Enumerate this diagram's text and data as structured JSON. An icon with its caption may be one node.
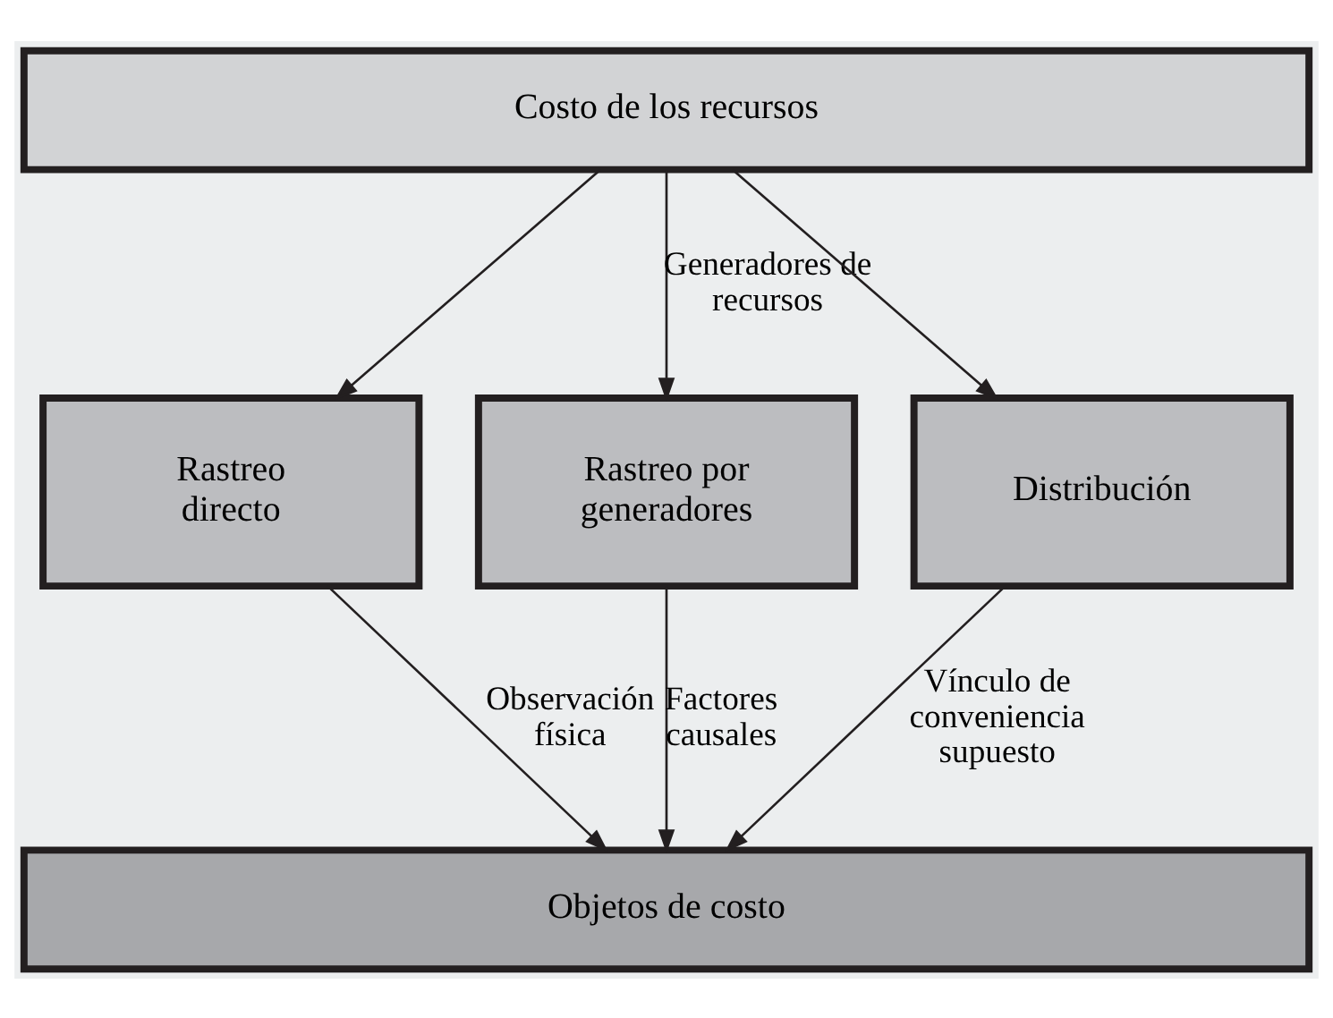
{
  "diagram": {
    "nodes": [
      {
        "text": [
          "Costo de los recursos"
        ]
      },
      {
        "text": [
          "Rastreo directo"
        ]
      },
      {
        "text": [
          "Rastreo por generadores"
        ]
      },
      {
        "text": [
          "Distribución"
        ]
      },
      {
        "text": [
          "Objetos de costo"
        ]
      }
    ],
    "edges": [
      {
        "from": 0,
        "to": 1,
        "arrow": "to"
      },
      {
        "from": 0,
        "to": 2,
        "arrow": "to",
        "label": "Generadores de recursos"
      },
      {
        "from": 0,
        "to": 3,
        "arrow": "to"
      },
      {
        "from": 1,
        "to": 4,
        "arrow": "to",
        "label": "Observación física"
      },
      {
        "from": 2,
        "to": 4,
        "arrow": "to",
        "label": "Factores causales"
      },
      {
        "from": 3,
        "to": 4,
        "arrow": "to",
        "label": "Vínculo de conveniencia supuesto"
      }
    ]
  }
}
